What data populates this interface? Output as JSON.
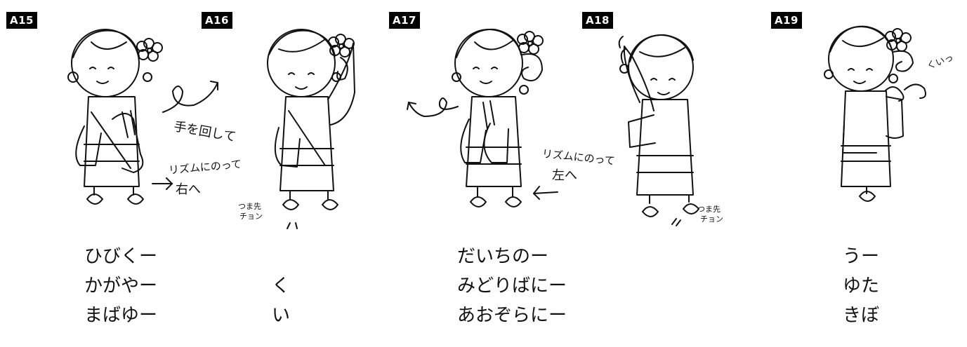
{
  "panels": [
    {
      "label": "A15",
      "notes": [
        "手を回して",
        "リズムにのって",
        "右へ"
      ]
    },
    {
      "label": "A16",
      "notes": [
        "つま先",
        "チョン"
      ]
    },
    {
      "label": "A17",
      "notes": [
        "リズムにのって",
        "左へ"
      ]
    },
    {
      "label": "A18",
      "notes": [
        "つま先",
        "チョン"
      ]
    },
    {
      "label": "A19",
      "notes": [
        "くいっ"
      ]
    }
  ],
  "lyrics": {
    "col1": [
      "ひびくー",
      "かがやー",
      "まばゆー"
    ],
    "col2": [
      "く",
      "い"
    ],
    "col3": [
      "だいちのー",
      "みどりばにー",
      "あおぞらにー"
    ],
    "col4": [
      "うー",
      "ゆた",
      "きぼ"
    ]
  },
  "colors": {
    "ink": "#111111",
    "label_bg": "#000000",
    "label_text": "#ffffff",
    "background": "#ffffff"
  }
}
